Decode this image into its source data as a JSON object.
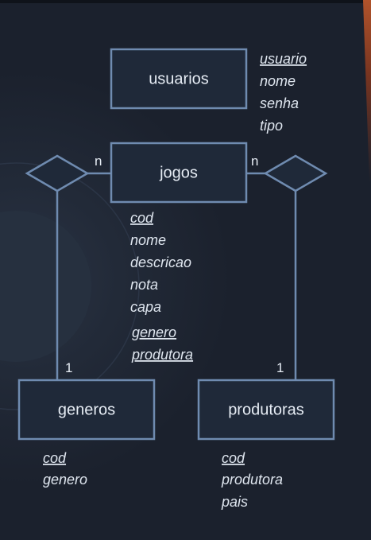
{
  "entities": {
    "usuarios": {
      "label": "usuarios",
      "attributes": [
        "usuario",
        "nome",
        "senha",
        "tipo"
      ],
      "keys": [
        "usuario"
      ]
    },
    "jogos": {
      "label": "jogos",
      "attributes": [
        "cod",
        "nome",
        "descricao",
        "nota",
        "capa",
        "genero",
        "produtora"
      ],
      "keys": [
        "cod",
        "genero",
        "produtora"
      ]
    },
    "generos": {
      "label": "generos",
      "attributes": [
        "cod",
        "genero"
      ],
      "keys": [
        "cod"
      ]
    },
    "produtoras": {
      "label": "produtoras",
      "attributes": [
        "cod",
        "produtora",
        "pais"
      ],
      "keys": [
        "cod"
      ]
    }
  },
  "relationships": [
    {
      "name": "jogos-generos",
      "card_left": "n",
      "card_right": "1"
    },
    {
      "name": "jogos-produtoras",
      "card_left": "n",
      "card_right": "1"
    }
  ],
  "colors": {
    "background": "#1c2230",
    "box_fill": "#1f2939",
    "stroke": "#6f8bb0",
    "text": "#e6ecf4"
  }
}
